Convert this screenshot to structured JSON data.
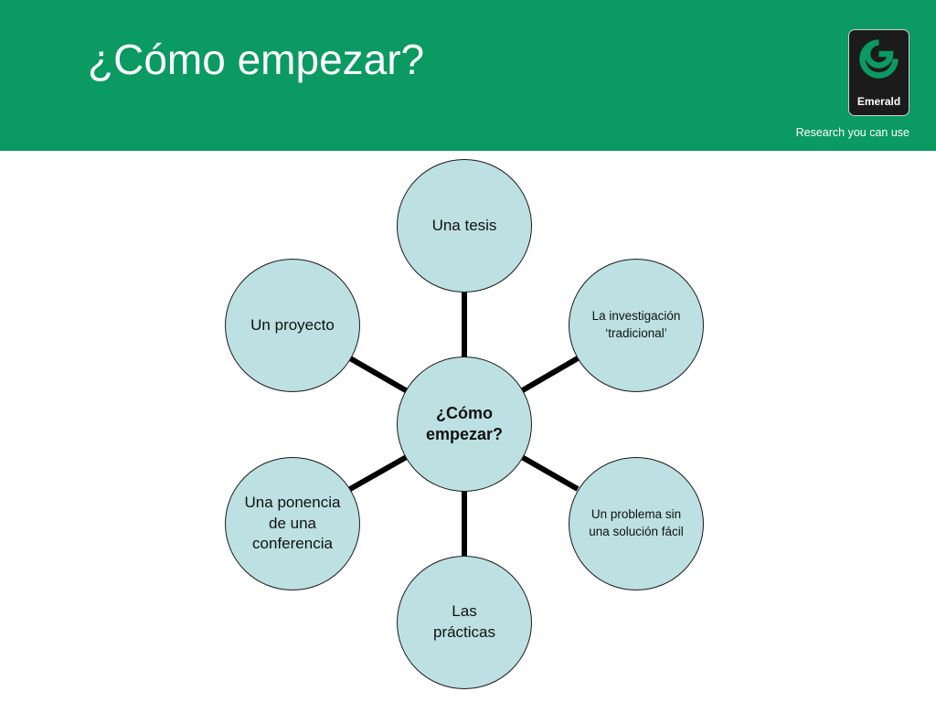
{
  "header": {
    "title": "¿Cómo empezar?",
    "logo_text": "Emerald",
    "tagline": "Research you can use",
    "background_color": "#0a9a62"
  },
  "diagram": {
    "center": {
      "label": "¿Cómo empezar?"
    },
    "nodes": [
      {
        "id": "top",
        "label": "Una tesis"
      },
      {
        "id": "upper-right",
        "label": "La investigación ‘tradicional’"
      },
      {
        "id": "lower-right",
        "label": "Un problema sin una solución fácil"
      },
      {
        "id": "bottom",
        "label": "Las prácticas"
      },
      {
        "id": "lower-left",
        "label": "Una ponencia de una conferencia"
      },
      {
        "id": "upper-left",
        "label": "Un proyecto"
      }
    ],
    "node_fill": "#bde0e2",
    "connector_color": "#000000",
    "logo_icon": "emerald-spiral-icon"
  }
}
